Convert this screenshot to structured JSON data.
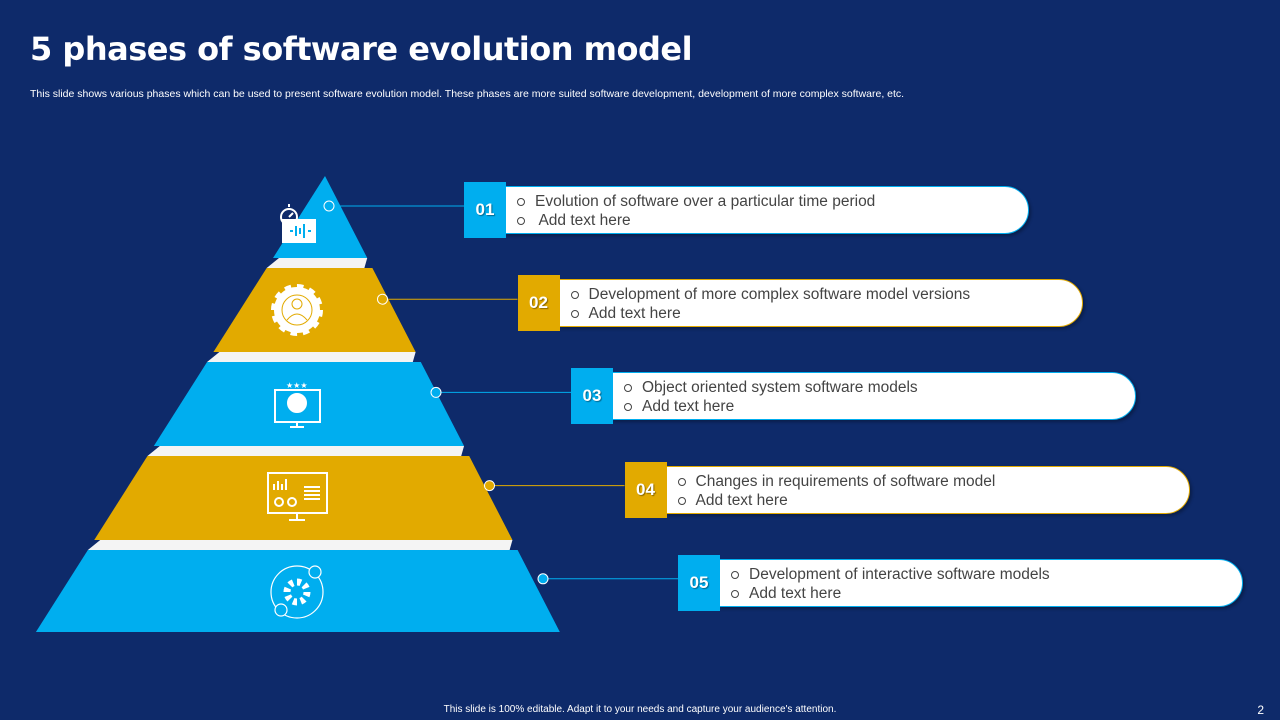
{
  "title": "5 phases of software evolution model",
  "subtitle": "This slide shows various phases which can be used to present software evolution model. These phases are more suited software development, development of more complex software, etc.",
  "colors": {
    "blue": "#00aeef",
    "gold": "#e2aa00",
    "background": "#0e2a6a"
  },
  "phases": [
    {
      "number": "01",
      "line1": "Evolution  of software over a particular time period",
      "line2": " Add text  here",
      "color": "#00aeef",
      "icon": "stopwatch-audio-icon"
    },
    {
      "number": "02",
      "line1": "Development of more complex software  model versions",
      "line2": "Add text here",
      "color": "#e2aa00",
      "icon": "gear-user-icon"
    },
    {
      "number": "03",
      "line1": "Object oriented system software models",
      "line2": "Add text here",
      "color": "#00aeef",
      "icon": "brain-monitor-icon"
    },
    {
      "number": "04",
      "line1": "Changes in requirements of software model",
      "line2": "Add text here",
      "color": "#e2aa00",
      "icon": "dashboard-monitor-icon"
    },
    {
      "number": "05",
      "line1": "Development of interactive software models",
      "line2": "Add text here",
      "color": "#00aeef",
      "icon": "gear-orbit-icon"
    }
  ],
  "footer": "This slide is 100% editable.  Adapt it to your needs and capture your audience's attention.",
  "page_number": "2"
}
